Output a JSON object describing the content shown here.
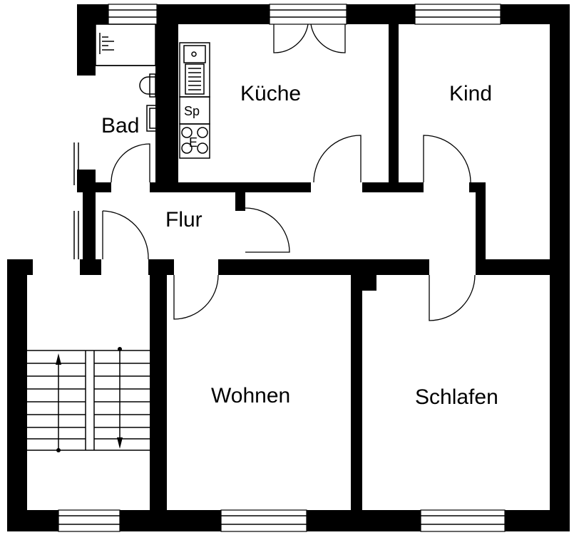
{
  "rooms": {
    "kueche": "Küche",
    "kind": "Kind",
    "bad": "Bad",
    "flur": "Flur",
    "wohnen": "Wohnen",
    "schlafen": "Schlafen"
  },
  "fixtures": {
    "dishwasher": "Sp",
    "stove": "E"
  },
  "colors": {
    "wall": "#000000",
    "background": "#ffffff"
  }
}
